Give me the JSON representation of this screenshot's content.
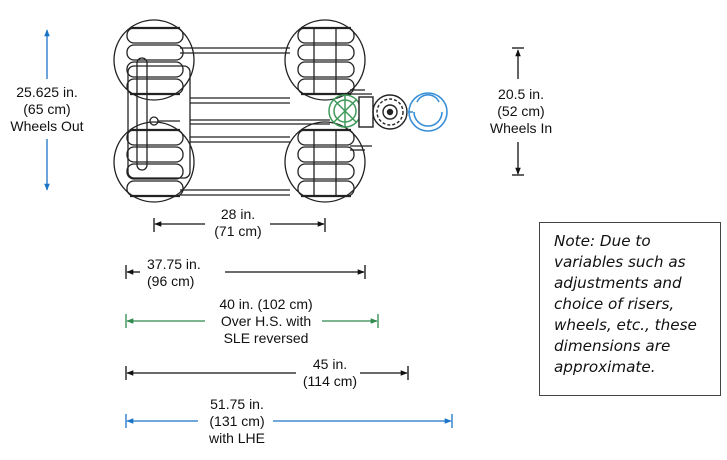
{
  "dimensions": {
    "wheels_out": {
      "line1": "25.625 in.",
      "line2": "(65 cm)",
      "line3": "Wheels Out"
    },
    "wheels_in": {
      "line1": "20.5 in.",
      "line2": "(52 cm)",
      "line3": "Wheels In"
    },
    "d28": {
      "line1": "28 in.",
      "line2": "(71 cm)"
    },
    "d37": {
      "line1": "37.75 in.",
      "line2": "(96 cm)"
    },
    "d40": {
      "line1": "40 in. (102 cm)",
      "line2": "Over H.S. with",
      "line3": "SLE reversed"
    },
    "d45": {
      "line1": "45 in.",
      "line2": "(114 cm)"
    },
    "d51": {
      "line1": "51.75 in.",
      "line2": "(131 cm)",
      "line3": "with LHE"
    }
  },
  "note": "Note: Due to variables such as adjustments and choice of risers, wheels, etc., these dimensions are approximate.",
  "colors": {
    "blue": "#1a74c6",
    "green": "#2e8a4e",
    "black": "#111111",
    "blue_accessory": "#3a8fd8",
    "green_accessory": "#3f9a5a"
  }
}
